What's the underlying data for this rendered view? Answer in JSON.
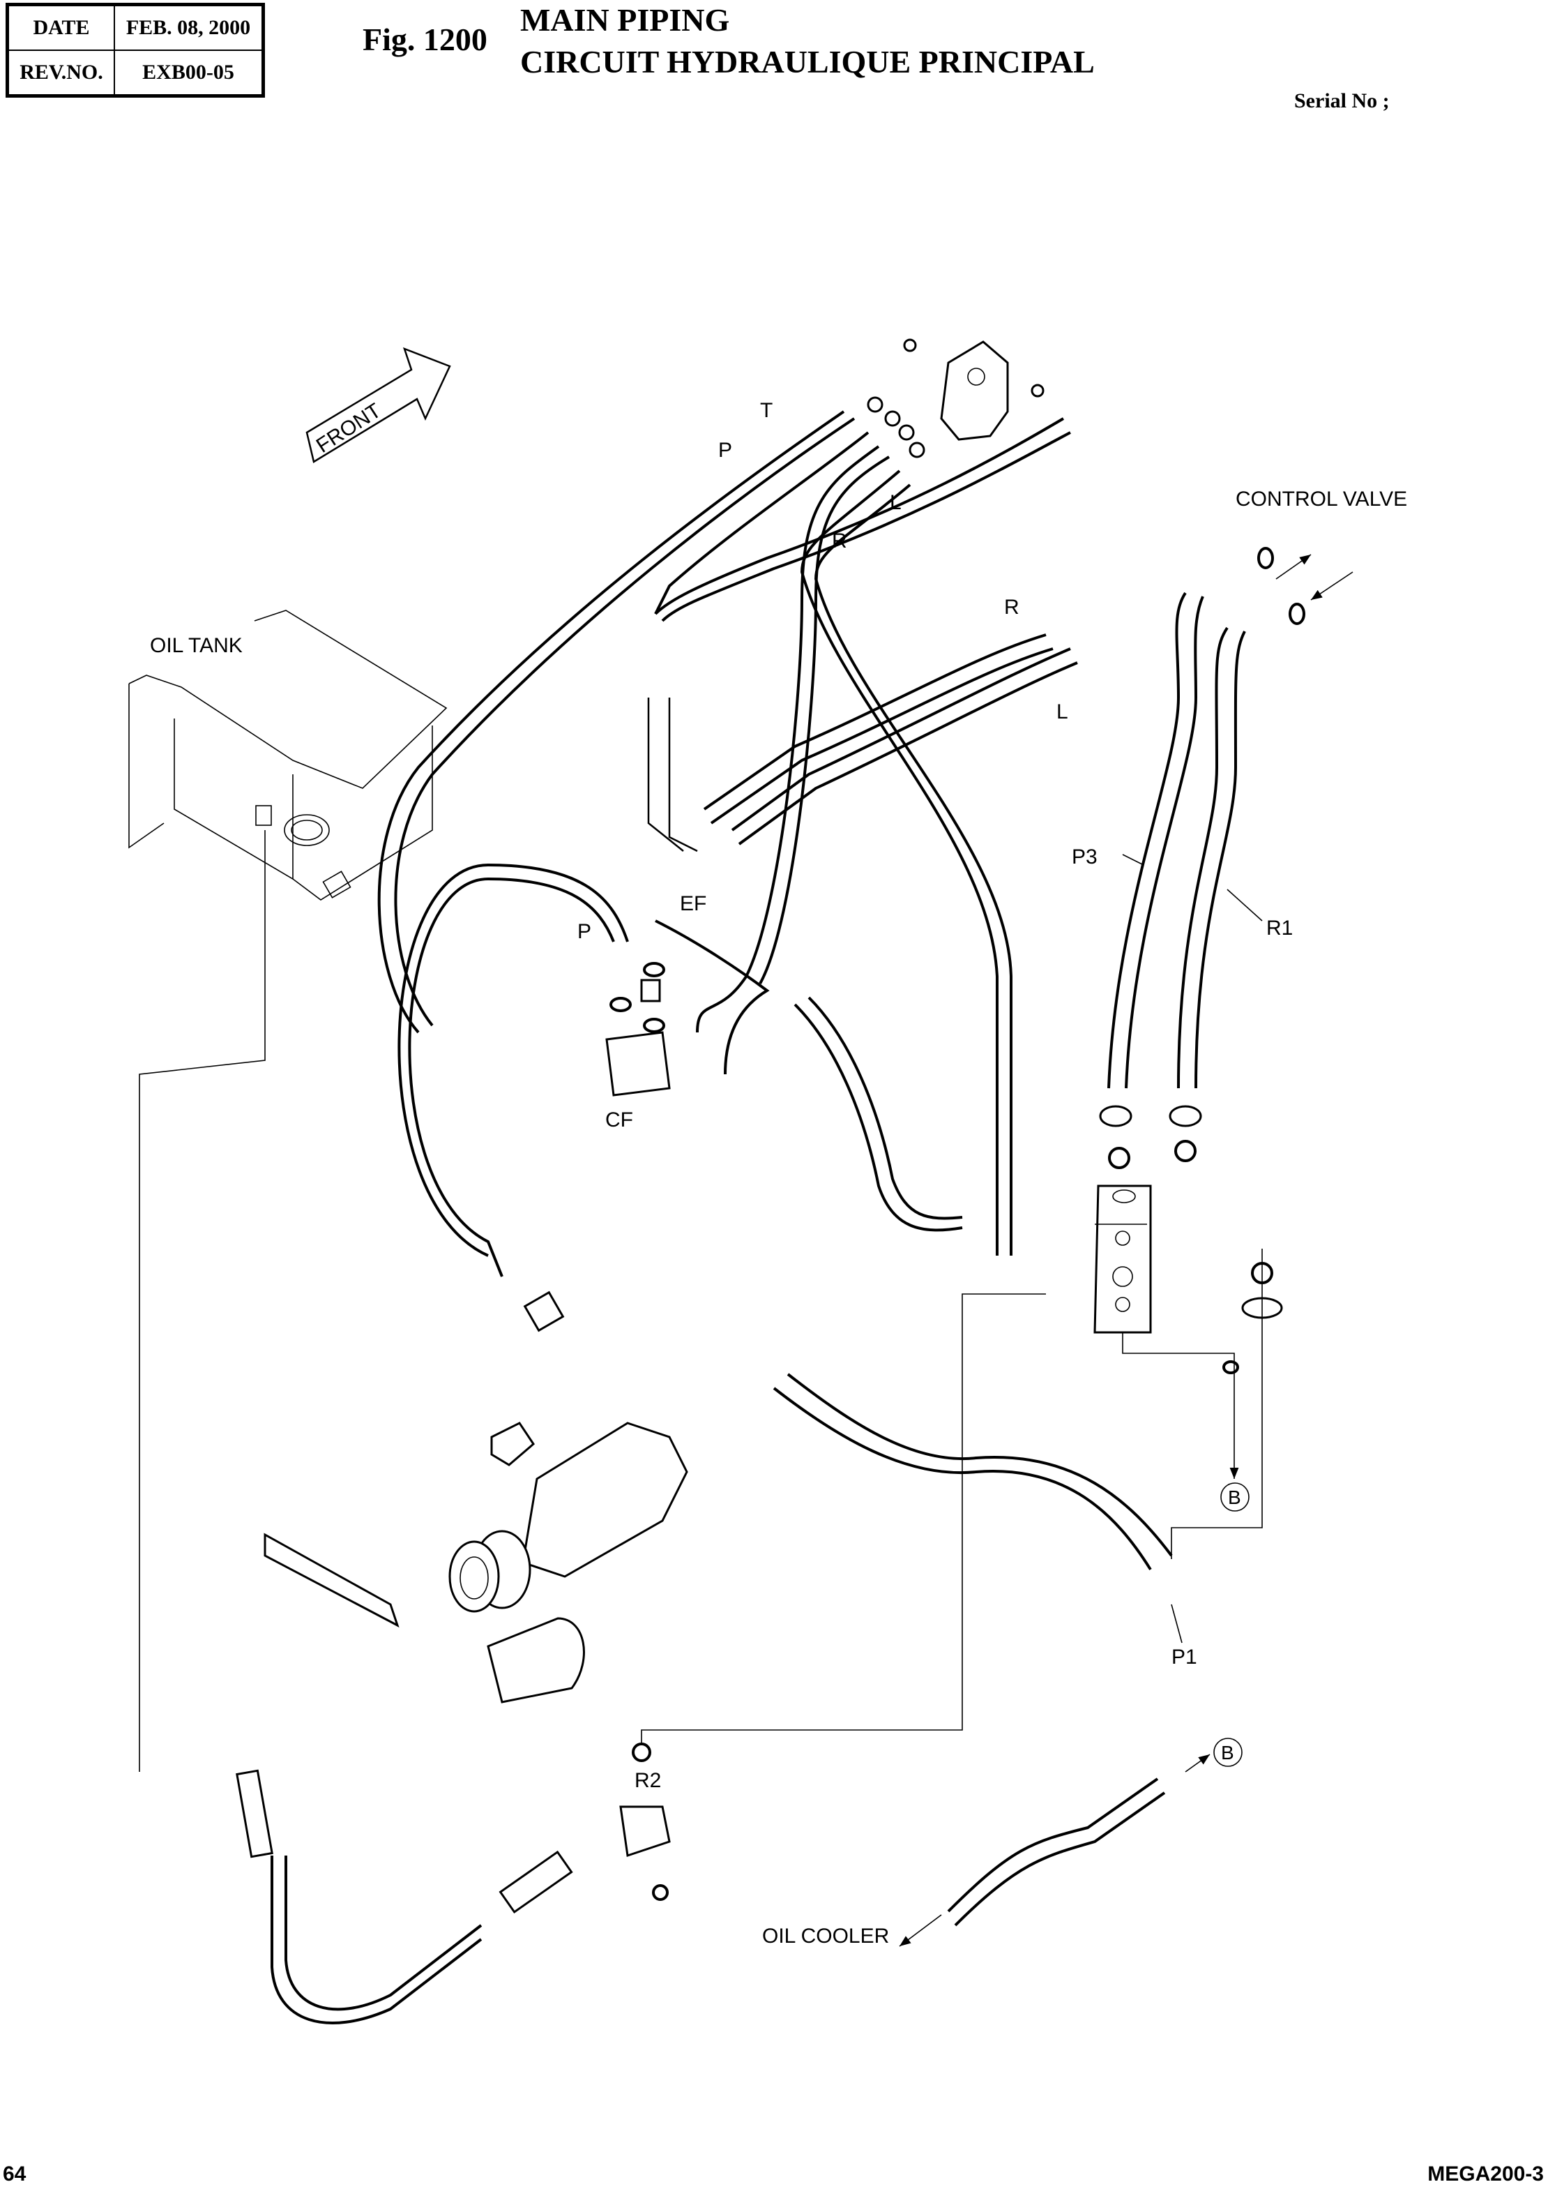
{
  "header": {
    "date_label": "DATE",
    "date_value": "FEB. 08, 2000",
    "rev_label": "REV.NO.",
    "rev_value": "EXB00-05",
    "figure_number": "Fig. 1200",
    "title_en": "MAIN PIPING",
    "title_fr": "CIRCUIT HYDRAULIQUE PRINCIPAL",
    "serial_label": "Serial No ;"
  },
  "diagram": {
    "front_arrow": "FRONT",
    "components": {
      "oil_tank": "OIL TANK",
      "control_valve": "CONTROL VALVE",
      "oil_cooler": "OIL COOLER"
    },
    "hose_labels": {
      "p_top": "P",
      "t_top": "T",
      "l_top": "L",
      "r_top": "R",
      "r_mid": "R",
      "l_mid": "L",
      "p3": "P3",
      "r1": "R1",
      "p_mid": "P",
      "ef": "EF",
      "cf": "CF",
      "p1": "P1",
      "r2": "R2"
    },
    "connector_refs": {
      "b_upper": "B",
      "b_lower": "B"
    }
  },
  "footer": {
    "page_number": "64",
    "document_code": "MEGA200-3"
  }
}
